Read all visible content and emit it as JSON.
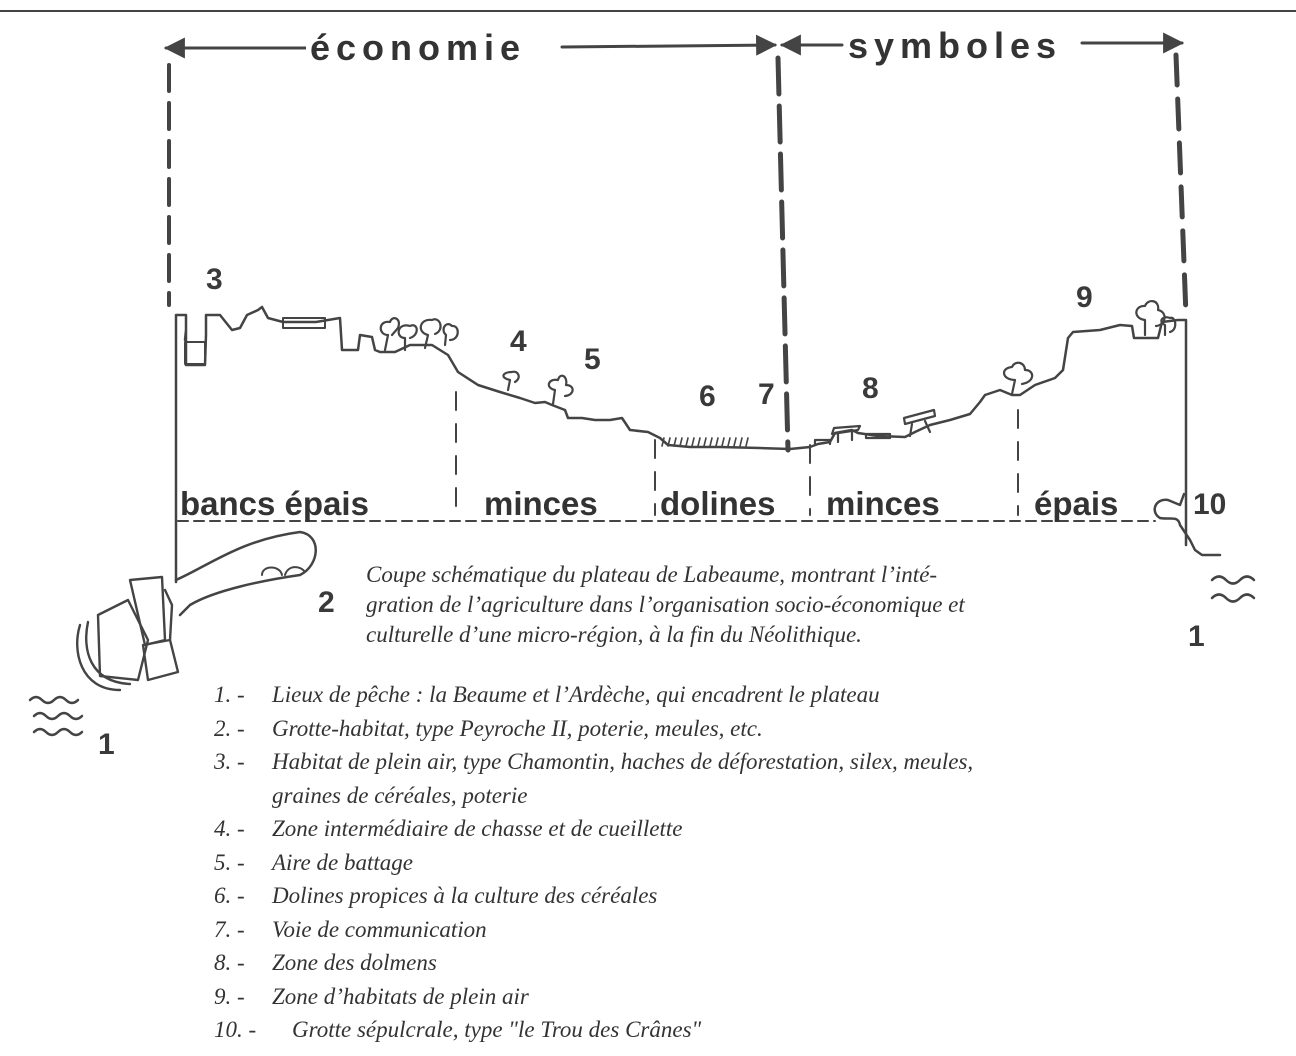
{
  "header": {
    "economy_label": "économie",
    "symbols_label": "symboles"
  },
  "site_numbers": {
    "n1_left": "1",
    "n1_right": "1",
    "n2": "2",
    "n3": "3",
    "n4": "4",
    "n5": "5",
    "n6": "6",
    "n7": "7",
    "n8": "8",
    "n9": "9",
    "n10": "10"
  },
  "zones": [
    {
      "label": "bancs épais"
    },
    {
      "label": "minces"
    },
    {
      "label": "dolines"
    },
    {
      "label": "minces"
    },
    {
      "label": "épais"
    }
  ],
  "caption": {
    "line1": "Coupe schématique du plateau de Labeaume, montrant l’inté-",
    "line2": "gration de l’agriculture dans l’organisation socio-économique et",
    "line3": "culturelle d’une micro-région, à la fin du Néolithique."
  },
  "legend": [
    {
      "num": "1. -",
      "text": "Lieux de pêche : la Beaume et l’Ardèche, qui encadrent le plateau"
    },
    {
      "num": "2. -",
      "text": "Grotte-habitat, type Peyroche II, poterie, meules, etc."
    },
    {
      "num": "3. -",
      "text": "Habitat de plein air, type Chamontin, haches de déforestation, silex, meules,",
      "continuation": "graines de céréales, poterie"
    },
    {
      "num": "4. -",
      "text": "Zone intermédiaire de chasse et de cueillette"
    },
    {
      "num": "5. -",
      "text": "Aire de battage"
    },
    {
      "num": "6. -",
      "text": "Dolines propices à la culture des céréales"
    },
    {
      "num": "7. -",
      "text": "Voie de communication"
    },
    {
      "num": "8. -",
      "text": "Zone des dolmens"
    },
    {
      "num": "9. -",
      "text": "Zone d’habitats de plein air"
    },
    {
      "num": "10. -",
      "text": "Grotte sépulcrale, type \"le Trou des Crânes\""
    }
  ],
  "colors": {
    "ink": "#333333",
    "paper": "#ffffff"
  }
}
